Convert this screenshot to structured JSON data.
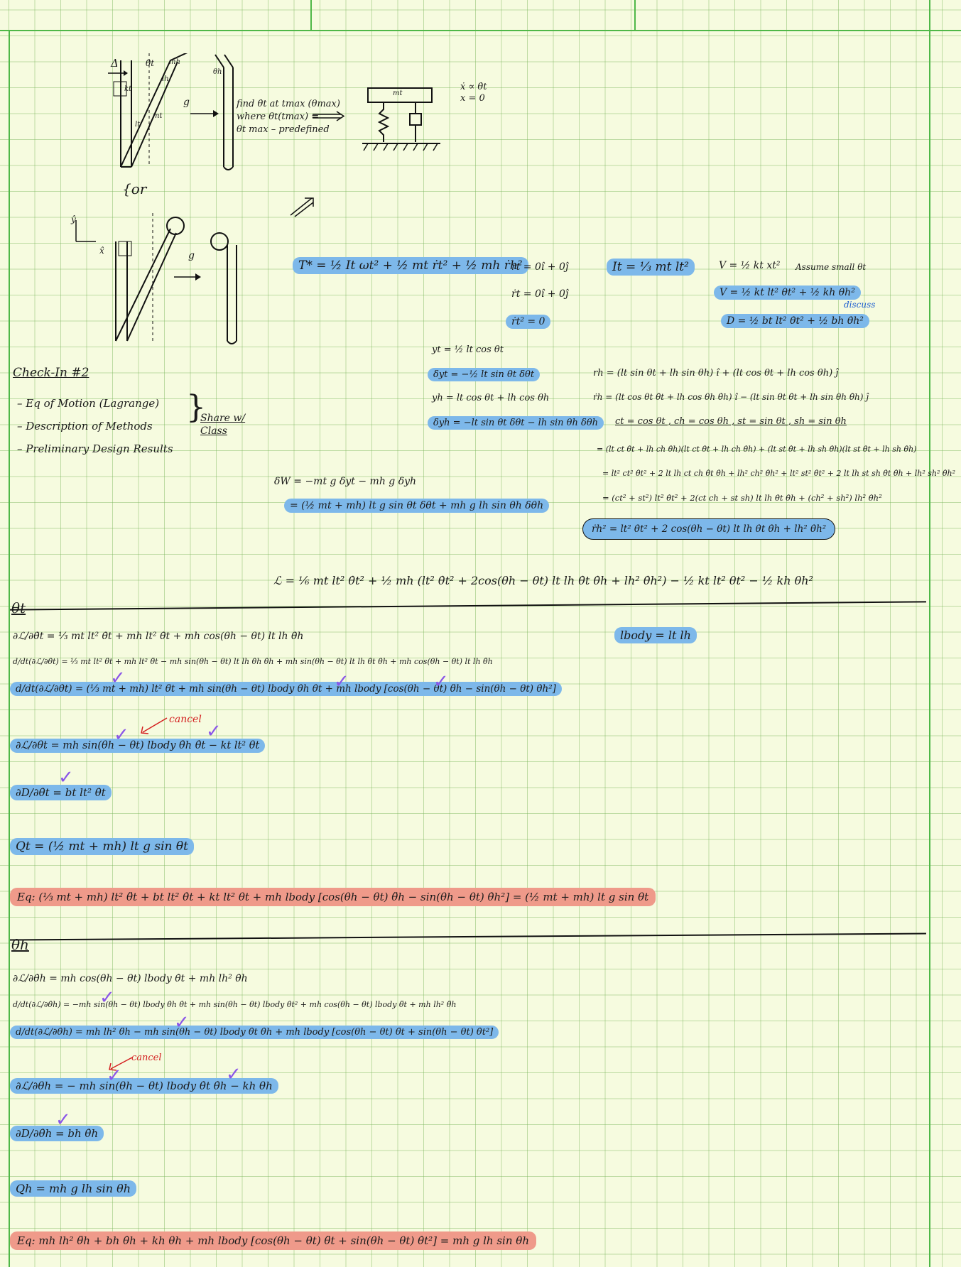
{
  "sketch": {
    "labels": {
      "delta": "Δ",
      "theta_t": "θt",
      "theta_h": "θh",
      "m_h": "mh",
      "l_h": "lh",
      "m_t": "mt",
      "l_t": "lt",
      "k_t": "kt",
      "g": "g",
      "or": "{or",
      "xhat": "x̂",
      "yhat": "ŷ",
      "mt_label": "mt"
    },
    "find_text": [
      "find θ̇t at tmax (θmax)",
      "where θt(tmax) =",
      "θt max – predefined"
    ],
    "kinematic": [
      "ẋ ∝ θ̇t",
      "x = 0"
    ]
  },
  "checkin": {
    "title": "Check-In #2",
    "items": [
      "– Eq of Motion (Lagrange)",
      "– Description of Methods",
      "– Preliminary Design Results"
    ],
    "share": [
      "Share w/",
      "Class"
    ]
  },
  "energy": {
    "T": "T* = ½ It ωt² + ½ mt ṙt² + ½ mh ṙh²",
    "rt": "rt = 0î + 0ĵ",
    "rt_dot": "ṙt = 0î + 0ĵ",
    "rt_dot_sq": "ṙt² = 0",
    "It": "It = ⅓ mt lt²",
    "V": "V = ½ kt xt²",
    "assume": "Assume small θt",
    "V2": "V = ½ kt lt² θt² + ½ kh θh²",
    "D": "D = ½ bt lt² θ̇t² + ½ bh θ̇h²",
    "discuss": "discuss"
  },
  "kinematics": {
    "yt": "yt = ½ lt cos θt",
    "dyt": "δyt = −½ lt sin θt δθt",
    "yh": "yh = lt cos θt + lh cos θh",
    "dyh": "δyh = −lt sin θt δθt − lh sin θh δθh",
    "rh": "rh = (lt sin θt + lh sin θh) î + (lt cos θt + lh cos θh) ĵ",
    "rh_dot": "ṙh = (lt cos θt θ̇t + lh cos θh θ̇h) î − (lt sin θt θ̇t + lh sin θh θ̇h) ĵ",
    "defs": "ct = cos θt , ch = cos θh , st = sin θt , sh = sin θh",
    "exp1": "= (lt ct θ̇t + lh ch θ̇h)(lt ct θ̇t + lh ch θ̇h) + (lt st θ̇t + lh sh θ̇h)(lt st θ̇t + lh sh θ̇h)",
    "exp2": "= lt² ct² θ̇t² + 2 lt lh ct ch θ̇t θ̇h + lh² ch² θ̇h² + lt² st² θ̇t² + 2 lt lh st sh θ̇t θ̇h + lh² sh² θ̇h²",
    "exp3": "= (ct² + st²) lt² θ̇t² + 2(ct ch + st sh) lt lh θ̇t θ̇h + (ch² + sh²) lh² θ̇h²",
    "rh_sq": "ṙh² = lt² θ̇t² + 2 cos(θh − θt) lt lh θ̇t θ̇h + lh² θ̇h²"
  },
  "work": {
    "dW": "δW = −mt g δyt − mh g δyh",
    "dW2": "= (½ mt + mh) lt g sin θt δθt + mh g lh sin θh δθh"
  },
  "lagrangian": "ℒ = ⅙ mt lt² θ̇t² + ½ mh (lt² θ̇t² + 2cos(θh − θt) lt lh θ̇t θ̇h + lh² θ̇h²) − ½ kt lt² θt² − ½ kh θh²",
  "lbody": "lbody = lt lh",
  "theta_t": {
    "header": "θt",
    "l1": "∂ℒ/∂θ̇t = ⅓ mt lt² θ̇t + mh lt² θ̇t + mh cos(θh − θt) lt lh θ̇h",
    "l2": "d/dt(∂ℒ/∂θ̇t) = ⅓ mt lt² θ̈t + mh lt² θ̈t − mh sin(θh − θt) lt lh θ̇h θ̇h + mh sin(θh − θt) lt lh θ̇t θ̇h + mh cos(θh − θt) lt lh θ̈h",
    "l3": "d/dt(∂ℒ/∂θ̇t) = (⅓ mt + mh) lt² θ̈t + mh sin(θh − θt) lbody θ̇h θ̇t + mh lbody [cos(θh − θt) θ̈h − sin(θh − θt) θ̇h²]",
    "cancel": "cancel",
    "l4": "∂ℒ/∂θt = mh sin(θh − θt) lbody θ̇h θ̇t − kt lt² θt",
    "l5": "∂D/∂θ̇t = bt lt² θ̇t",
    "l6": "Qt = (½ mt + mh) lt g sin θt",
    "eq": "Eq: (⅓ mt + mh) lt² θ̈t + bt lt² θ̇t + kt lt² θt + mh lbody [cos(θh − θt) θ̈h − sin(θh − θt) θ̇h²] = (½ mt + mh) lt g sin θt"
  },
  "theta_h": {
    "header": "θh",
    "l1": "∂ℒ/∂θ̇h = mh cos(θh − θt) lbody θ̇t + mh lh² θ̇h",
    "l2": "d/dt(∂ℒ/∂θ̇h) = −mh sin(θh − θt) lbody θ̇h θ̇t + mh sin(θh − θt) lbody θ̇t² + mh cos(θh − θt) lbody θ̈t + mh lh² θ̈h",
    "l3": "d/dt(∂ℒ/∂θ̇h) = mh lh² θ̈h − mh sin(θh − θt) lbody θ̇t θ̇h + mh lbody [cos(θh − θt) θ̈t + sin(θh − θt) θ̇t²]",
    "cancel": "cancel",
    "l4": "∂ℒ/∂θh = − mh sin(θh − θt) lbody θ̇t θ̇h − kh θh",
    "l5": "∂D/∂θ̇h = bh θ̇h",
    "l6": "Qh = mh g lh sin θh",
    "eq": "Eq: mh lh² θ̈h + bh θ̇h + kh θh + mh lbody [cos(θh − θt) θ̈t + sin(θh − θt) θ̇t²] = mh g lh sin θh"
  },
  "colors": {
    "highlight_blue": "#7db8ea",
    "highlight_red": "#ef9a8a",
    "grid_green": "#4fb848",
    "check_purple": "#8a55e8"
  }
}
